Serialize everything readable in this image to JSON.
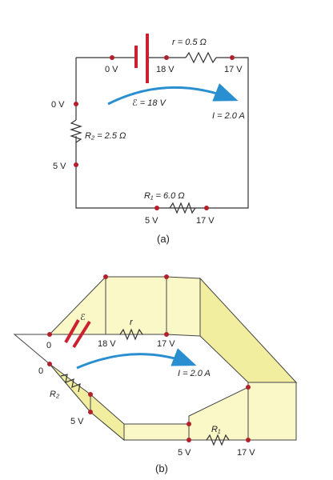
{
  "colors": {
    "wire": "#333333",
    "battery": "#cc2030",
    "node": "#b3202a",
    "arrow": "#2a8fd0",
    "face": "#fbf8c8",
    "face_dark": "#f2eea0"
  },
  "a": {
    "caption": "(a)",
    "r_label": "r = 0.5 Ω",
    "emf_label": "ℰ = 18 V",
    "current_label": "I = 2.0 A",
    "r2_label": "R₂ = 2.5 Ω",
    "r1_label": "R₁ = 6.0 Ω",
    "v_top_left": "0 V",
    "v_top_mid": "18 V",
    "v_top_right": "17 V",
    "v_left_top": "0 V",
    "v_left_bot": "5 V",
    "v_bot_left": "5 V",
    "v_bot_right": "17 V"
  },
  "b": {
    "caption": "(b)",
    "emf_label": "ℰ",
    "r_label": "r",
    "current_label": "I = 2.0 A",
    "r2_label": "R₂",
    "r1_label": "R₁",
    "v_0_top": "0",
    "v_18": "18 V",
    "v_17_top": "17 V",
    "v_0_left": "0",
    "v_5_left": "5 V",
    "v_5_bot": "5 V",
    "v_17_bot": "17 V"
  }
}
